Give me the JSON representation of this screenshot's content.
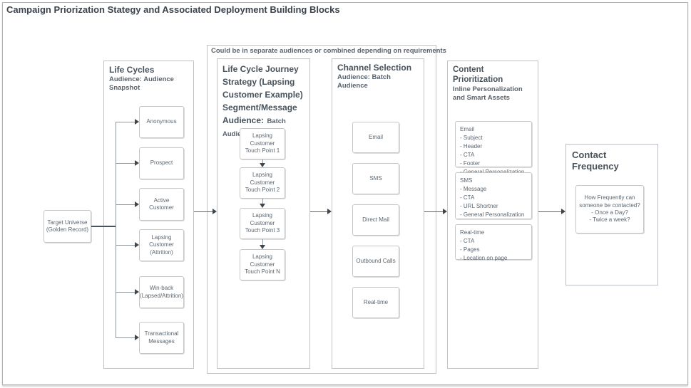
{
  "title": "Campaign Priorization Stategy and Associated Deployment Building Blocks",
  "target_universe": {
    "label": "Target Universe\n(Golden Record)"
  },
  "life_cycles": {
    "title": "Life Cycles",
    "subtitle": "Audience: Audience Snapshot",
    "items": [
      "Anonymous",
      "Prospect",
      "Active Customer",
      "Lapsing Customer (Attrition)",
      "Win-back (Lapsed/Attrition)",
      "Transactional Messages"
    ]
  },
  "combined_note": "Could be in separate audiences or combined depending on requirements",
  "journey": {
    "title": "Life Cycle Journey Strategy (Lapsing Customer Example) Segment/Message Audience:",
    "subtitle": "Batch Audience",
    "items": [
      "Lapsing Customer Touch Point 1",
      "Lapsing Customer Touch Point 2",
      "Lapsing Customer Touch Point 3",
      "Lapsing Customer Touch Point N"
    ]
  },
  "channel": {
    "title": "Channel Selection",
    "subtitle": "Audience: Batch Audience",
    "items": [
      "Email",
      "SMS",
      "Direct Mail",
      "Outbound Calls",
      "Real-time"
    ]
  },
  "content_prioritization": {
    "title": "Content Prioritization",
    "subtitle": "Inline Personalization and Smart Assets",
    "blocks": [
      "Email\n- Subject\n- Header\n- CTA\n- Footer\n- General Personalization",
      "SMS\n- Message\n- CTA\n- URL Shortner\n- General Personalization",
      "Real-time\n- CTA\n- Pages\n- Location on page"
    ]
  },
  "contact_frequency": {
    "title": "Contact Frequency",
    "note": "How Frequently can someone be contacted?\n- Once a Day?\n- Twice a week?"
  },
  "colors": {
    "border": "#c6c6c6",
    "text": "#5b6670",
    "heading": "#47525c",
    "connector": "#8f979e",
    "arrowhead": "#3f464d"
  }
}
